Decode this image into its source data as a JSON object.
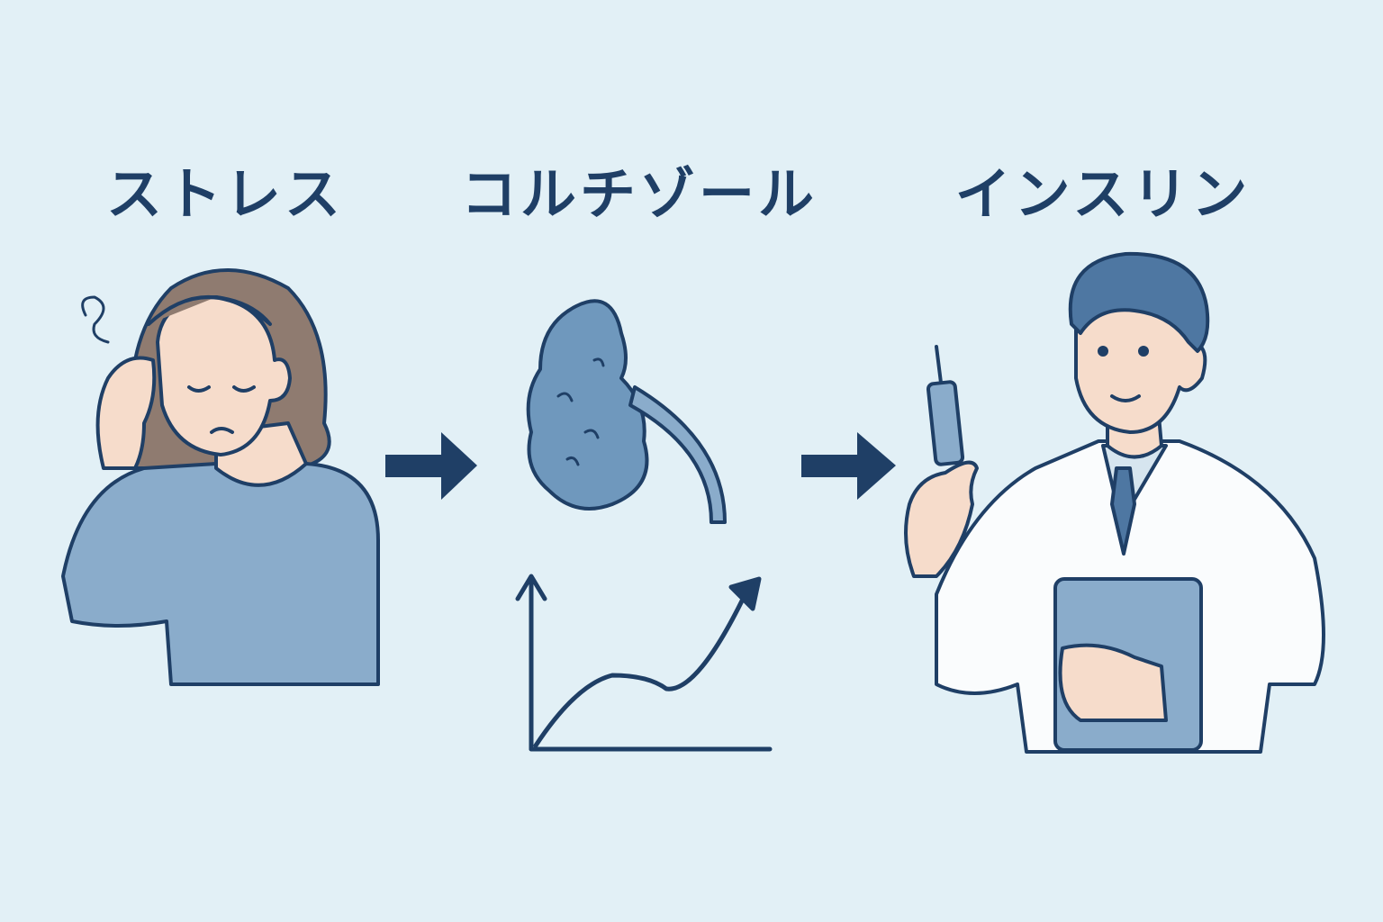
{
  "steps": [
    {
      "label": "ストレス",
      "icon": "stressed-woman"
    },
    {
      "label": "コルチゾール",
      "icon": "adrenal-gland-rising-chart"
    },
    {
      "label": "インスリン",
      "icon": "doctor-with-syringe"
    }
  ],
  "colors": {
    "background": "#e2f0f6",
    "ink": "#1f3f66",
    "blue": "#8aaccb",
    "skin": "#f6dccb",
    "hair": "#8f7b70"
  }
}
